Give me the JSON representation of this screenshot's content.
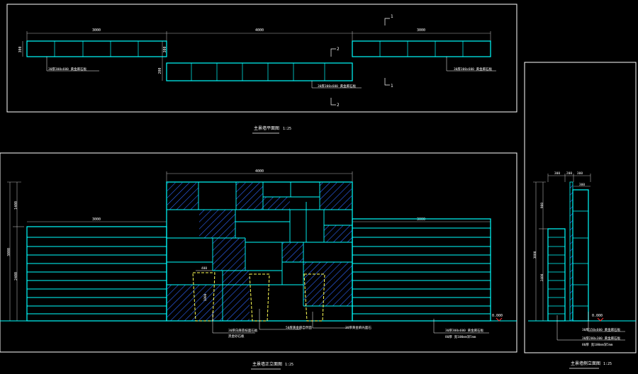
{
  "colors": {
    "background": "#000000",
    "frame": "#ffffff",
    "cyan": "#00ffff",
    "blue_hatch": "#2f67ff",
    "yellow": "#ffff55",
    "red": "#ff3333",
    "dim": "#b0b0b0"
  },
  "plan": {
    "dim_left": "3000",
    "dim_middle": "4000",
    "dim_right": "3000",
    "dim_left_height": "300",
    "dim_mid_height_a": "200",
    "dim_mid_height_b": "300",
    "note_left": "30厚300x600 黄金麻石板",
    "note_mid": "30厚300x600 黄金麻石板",
    "note_right": "30厚300x600 黄金麻石板",
    "section_marks": [
      "1",
      "1",
      "2",
      "2"
    ],
    "title": "主景墙平面图",
    "scale": "1:25"
  },
  "front": {
    "dim_top": "4000",
    "dim_left": "3000",
    "dim_right": "3000",
    "dim_vert_1": "1400",
    "dim_vert_2": "3000",
    "dim_vert_3": "2400",
    "opening_width": "400",
    "opening_height": "1800",
    "level": "0.000",
    "notes": [
      "30厚白麻荔枝面石板",
      "黑金砂石板",
      "50厚黄金麻自然面",
      "30厚黄金麻光面石",
      "30厚300x600 黄金麻石板",
      "80厚 宽100mm深5mm"
    ],
    "title": "主景墙正立面图",
    "scale": "1:25"
  },
  "side": {
    "dims_top": [
      "300",
      "200",
      "300"
    ],
    "dim_sub": "300",
    "dim_vert_1": "900",
    "dim_vert_2": "3000",
    "dim_vert_3": "2400",
    "level": "0.000",
    "notes": [
      "30厚150x600 黄金麻石板",
      "30厚200x300 黄金麻石板",
      "80厚 宽100mm深5mm"
    ],
    "title": "主景墙侧立面图",
    "scale": "1:25"
  }
}
